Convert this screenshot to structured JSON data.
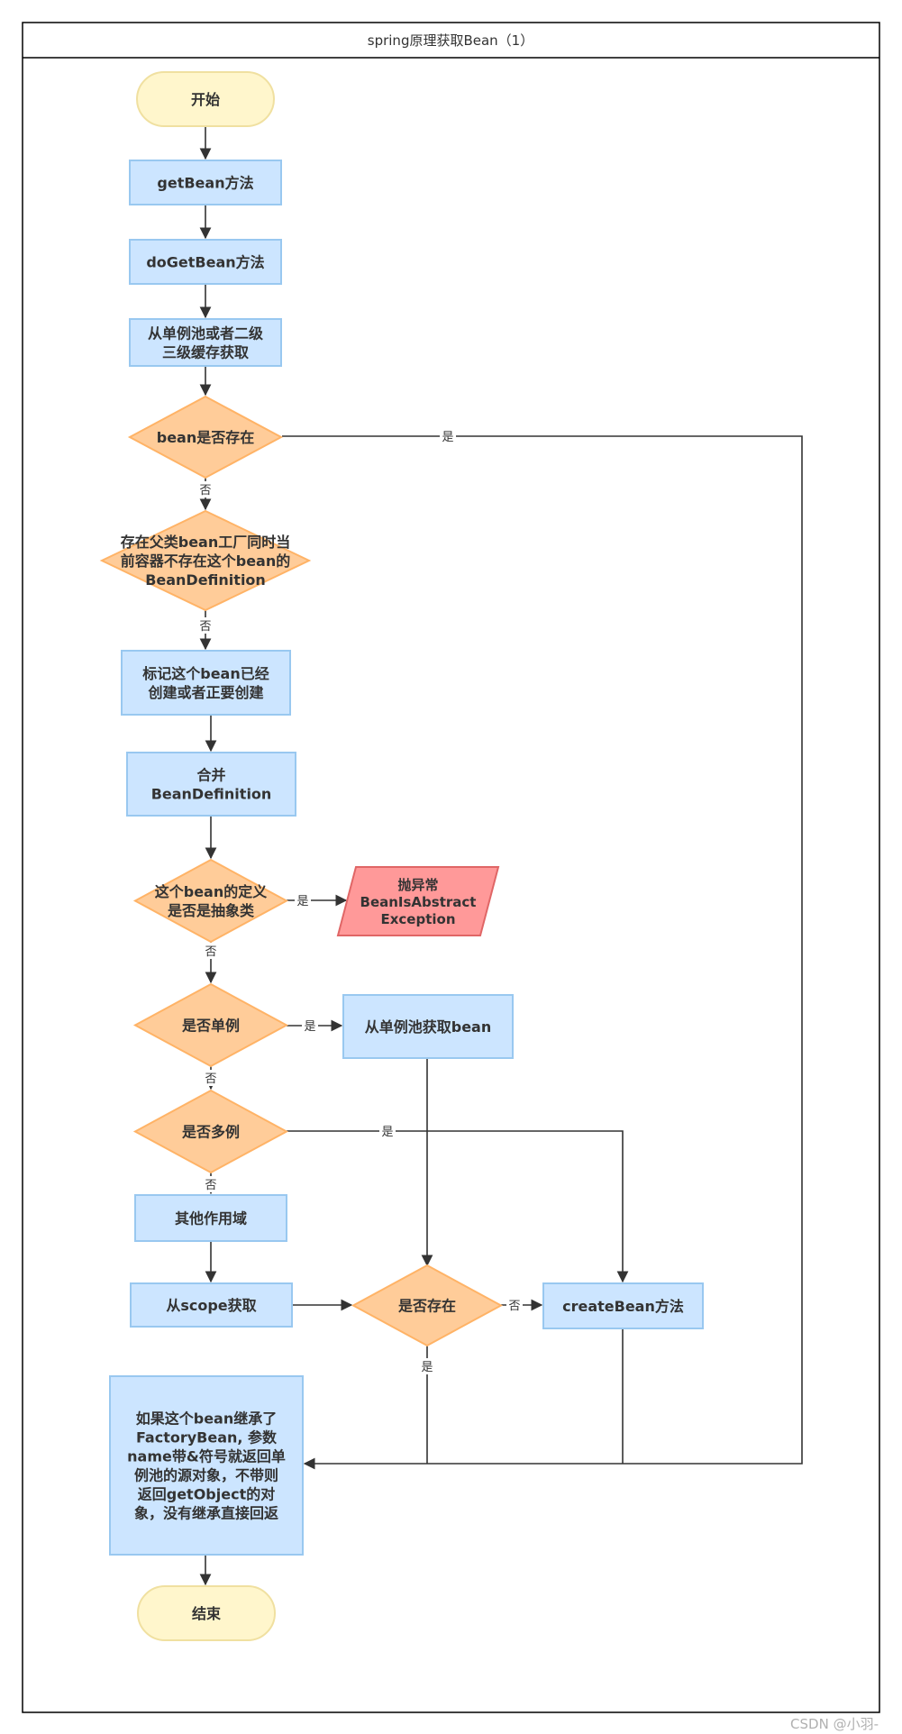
{
  "title": "spring原理获取Bean（1）",
  "watermark": "CSDN @小羽-",
  "colors": {
    "process_fill": "#cce5ff",
    "process_stroke": "#99c8f0",
    "decision_fill": "#ffcc99",
    "decision_stroke": "#ffb366",
    "terminal_fill": "#fff6cc",
    "terminal_stroke": "#f0e0a0",
    "exception_fill": "#ff9999",
    "exception_stroke": "#e06666",
    "edge": "#333333"
  },
  "nodes": {
    "start": [
      "开始"
    ],
    "getbean": [
      "getBean方法"
    ],
    "dogetbean": [
      "doGetBean方法"
    ],
    "cache": [
      "从单例池或者二级",
      "三级缓存获取"
    ],
    "exists1": [
      "bean是否存在"
    ],
    "parent": [
      "存在父类bean工厂同时当",
      "前容器不存在这个bean的",
      "BeanDefinition"
    ],
    "mark": [
      "标记这个bean已经",
      "创建或者正要创建"
    ],
    "merge": [
      "合并",
      "BeanDefinition"
    ],
    "abstract": [
      "这个bean的定义",
      "是否是抽象类"
    ],
    "exception": [
      "抛异常",
      "BeanIsAbstract",
      "Exception"
    ],
    "singleton": [
      "是否单例"
    ],
    "from_pool": [
      "从单例池获取bean"
    ],
    "prototype": [
      "是否多例"
    ],
    "other_scope": [
      "其他作用域"
    ],
    "from_scope": [
      "从scope获取"
    ],
    "exists2": [
      "是否存在"
    ],
    "create": [
      "createBean方法"
    ],
    "factorybean": [
      "如果这个bean继承了",
      "FactoryBean, 参数",
      "name带&符号就返回单",
      "例池的源对象，不带则",
      "返回getObject的对",
      "象，没有继承直接回返"
    ],
    "end": [
      "结束"
    ]
  },
  "edge_labels": {
    "exists1_yes": "是",
    "exists1_no": "否",
    "parent_no": "否",
    "abstract_yes": "是",
    "abstract_no": "否",
    "singleton_yes": "是",
    "singleton_no": "否",
    "prototype_yes": "是",
    "prototype_no": "否",
    "exists2_no": "否",
    "exists2_yes": "是"
  }
}
